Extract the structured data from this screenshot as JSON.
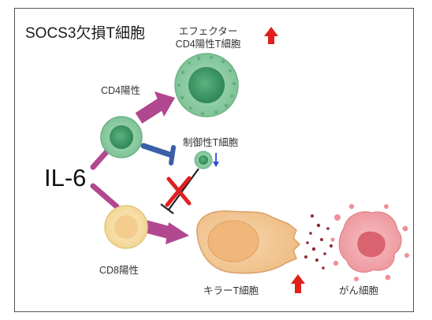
{
  "title": "SOCS3欠損T細胞",
  "cytokine": "IL-6",
  "cells": {
    "cd4": "CD4陽性",
    "cd8": "CD8陽性",
    "effector_line1": "エフェクター",
    "effector_line2": "CD4陽性T細胞",
    "treg": "制御性T細胞",
    "killer": "キラーT細胞",
    "cancer": "がん細胞"
  },
  "colors": {
    "green_cell": "#8fcfa6",
    "green_core": "#3f9a67",
    "yellow_cell": "#f8e4b0",
    "killer_cell": "#f3c99a",
    "cancer_cell": "#f2a8ad",
    "arrow_magenta": "#b1478f",
    "inhibit_blue": "#3a5fa8",
    "up_red": "#e0201a",
    "cross_red": "#e02020"
  }
}
